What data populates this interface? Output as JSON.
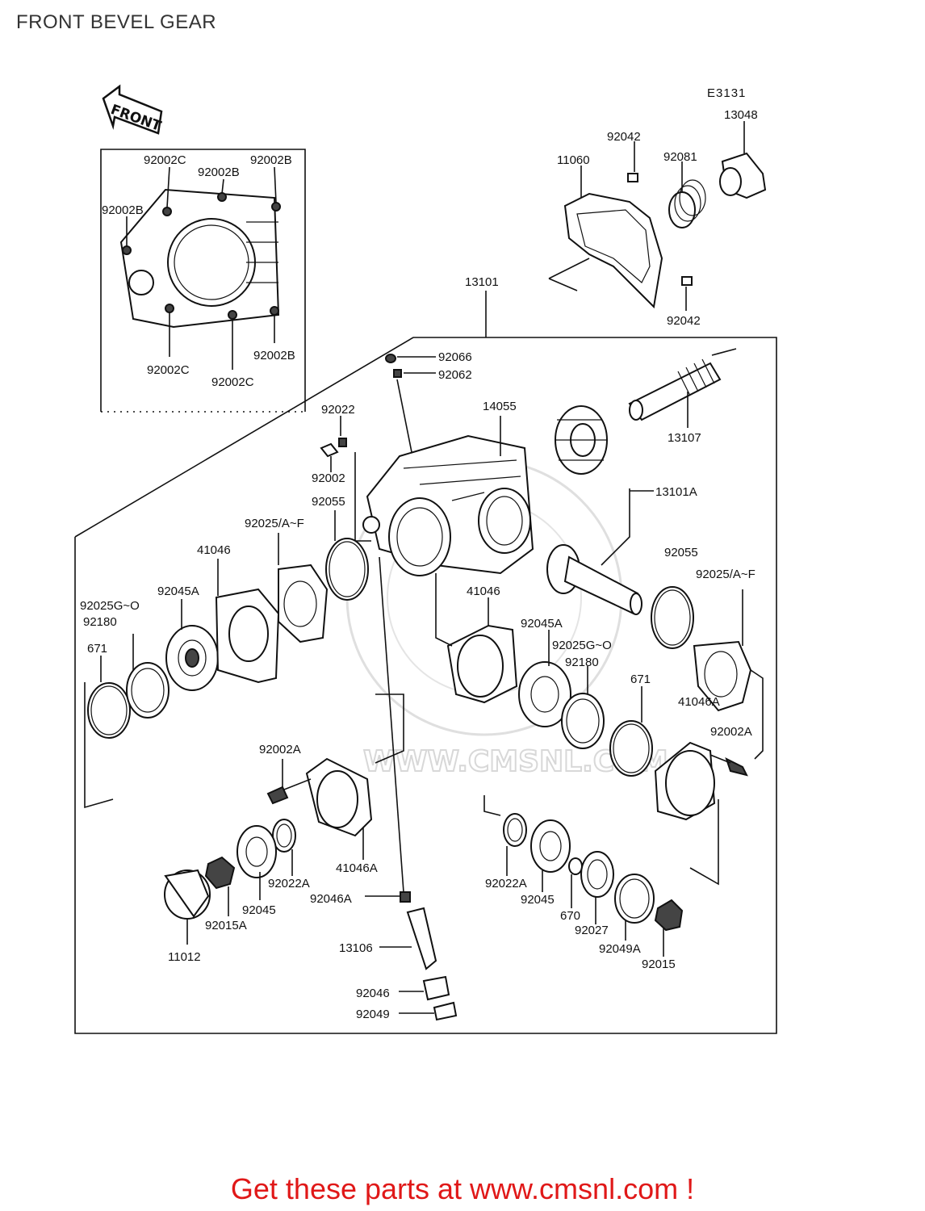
{
  "page": {
    "title": "FRONT BEVEL GEAR"
  },
  "diagram": {
    "code": "E3131",
    "front_arrow": "FRONT",
    "watermark": "WWW.CMSNL.COM",
    "labels": {
      "p13048": "13048",
      "p92042_top": "92042",
      "p92081": "92081",
      "p11060": "11060",
      "p92042_bot": "92042",
      "p13101": "13101",
      "p92066": "92066",
      "p92062": "92062",
      "p92022": "92022",
      "p92002": "92002",
      "p14055": "14055",
      "p13107": "13107",
      "p13101A": "13101A",
      "p92055_l": "92055",
      "p92025AF_l": "92025/A~F",
      "p41046_l": "41046",
      "p92045A_l": "92045A",
      "p92025GO_l": "92025G~O",
      "p92180_l": "92180",
      "p671_l": "671",
      "p41046_c": "41046",
      "p92045A_c": "92045A",
      "p92025GO_c": "92025G~O",
      "p92180_c": "92180",
      "p671_c": "671",
      "p92055_r": "92055",
      "p92025AF_r": "92025/A~F",
      "p41046A_r": "41046A",
      "p92002A_r": "92002A",
      "p92002A_l": "92002A",
      "p41046A_l": "41046A",
      "p92022A_l": "92022A",
      "p92045_l": "92045",
      "p92015A": "92015A",
      "p11012": "11012",
      "p92046A": "92046A",
      "p13106": "13106",
      "p92046": "92046",
      "p92049": "92049",
      "p92022A_r": "92022A",
      "p92045_r": "92045",
      "p670": "670",
      "p92027": "92027",
      "p92049A": "92049A",
      "p92015": "92015",
      "p92002C_1": "92002C",
      "p92002B_1": "92002B",
      "p92002B_2": "92002B",
      "p92002B_3": "92002B",
      "p92002C_2": "92002C",
      "p92002C_3": "92002C",
      "p92002B_4": "92002B"
    }
  },
  "footer": {
    "link_text": "Get these parts at www.cmsnl.com !"
  }
}
